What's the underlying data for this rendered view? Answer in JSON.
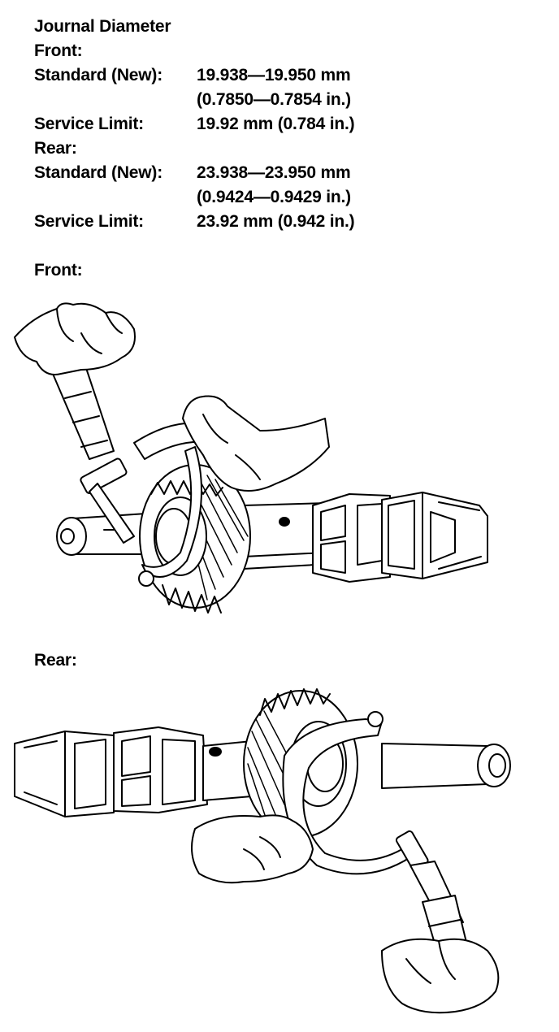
{
  "spec": {
    "title": "Journal Diameter",
    "front_heading": "Front:",
    "front_standard_label": "Standard (New):",
    "front_standard_mm": "19.938—19.950 mm",
    "front_standard_in": "(0.7850—0.7854 in.)",
    "front_limit_label": "Service Limit:",
    "front_limit_value": "19.92 mm (0.784 in.)",
    "rear_heading": "Rear:",
    "rear_standard_label": "Standard (New):",
    "rear_standard_mm": "23.938—23.950 mm",
    "rear_standard_in": "(0.9424—0.9429 in.)",
    "rear_limit_label": "Service Limit:",
    "rear_limit_value": "23.92 mm (0.942 in.)"
  },
  "figures": {
    "front_caption": "Front:",
    "rear_caption": "Rear:"
  }
}
